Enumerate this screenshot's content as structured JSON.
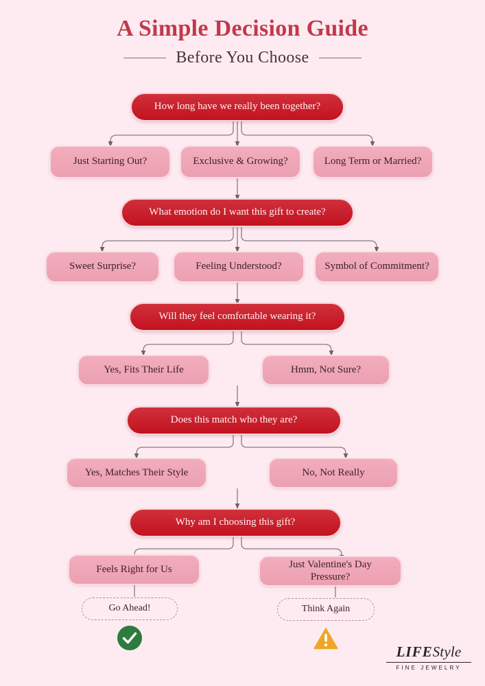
{
  "header": {
    "title": "A Simple Decision Guide",
    "subtitle": "Before You Choose"
  },
  "colors": {
    "background": "#FDEBF1",
    "title": "#C0394B",
    "question_node": "#C8202C",
    "option_node": "#EFA3B5",
    "outcome_border": "#B98D99",
    "connector": "#8A7A80",
    "success": "#2F7A3E",
    "warning": "#EFA626"
  },
  "flow": {
    "levels": [
      {
        "id": "level-1",
        "question": "How long have we really been together?",
        "options": [
          "Just Starting Out?",
          "Exclusive & Growing?",
          "Long Term or Married?"
        ]
      },
      {
        "id": "level-2",
        "question": "What emotion do I want this gift to create?",
        "options": [
          "Sweet Surprise?",
          "Feeling Understood?",
          "Symbol of Commitment?"
        ]
      },
      {
        "id": "level-3",
        "question": "Will they feel comfortable wearing it?",
        "options": [
          "Yes, Fits Their Life",
          "Hmm, Not Sure?"
        ]
      },
      {
        "id": "level-4",
        "question": "Does this match who they are?",
        "options": [
          "Yes, Matches Their Style",
          "No, Not Really"
        ]
      },
      {
        "id": "level-5",
        "question": "Why am I choosing this gift?",
        "options": [
          "Feels Right for Us",
          "Just Valentine's Day Pressure?"
        ]
      }
    ],
    "outcomes": [
      {
        "label": "Go Ahead!",
        "icon": "check-circle-icon"
      },
      {
        "label": "Think Again",
        "icon": "warning-triangle-icon"
      }
    ]
  },
  "logo": {
    "word_life": "LIFE",
    "word_style": "Style",
    "tagline": "FINE JEWELRY"
  }
}
